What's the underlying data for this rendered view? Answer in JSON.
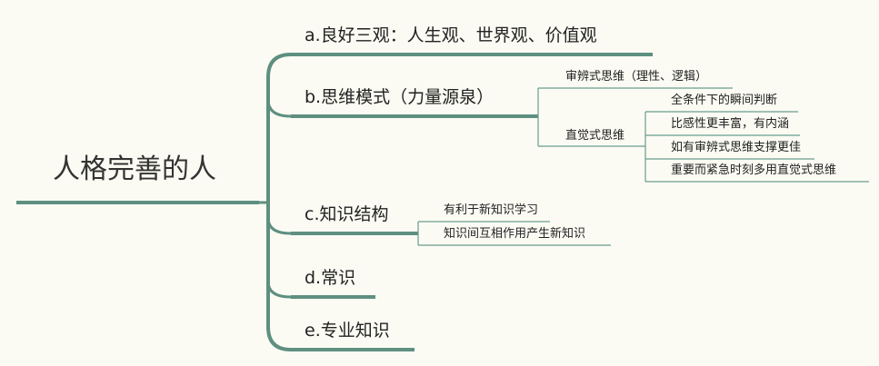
{
  "mindmap": {
    "root": "人格完善的人",
    "branches": {
      "a": {
        "label": "a.良好三观：人生观、世界观、价值观"
      },
      "b": {
        "label": "b.思维模式（力量源泉）",
        "children": {
          "rational": {
            "label": "审辨式思维（理性、逻辑）"
          },
          "intuitive": {
            "label": "直觉式思维",
            "children": [
              "全条件下的瞬间判断",
              "比感性更丰富，有内涵",
              "如有审辨式思维支撑更佳",
              "重要而紧急时刻多用直觉式思维"
            ]
          }
        }
      },
      "c": {
        "label": "c.知识结构",
        "children": [
          "有利于新知识学习",
          "知识间互相作用产生新知识"
        ]
      },
      "d": {
        "label": "d.常识"
      },
      "e": {
        "label": "e.专业知识"
      }
    }
  },
  "colors": {
    "background": "#fbfbf3",
    "main_branch": "#5e8f80",
    "leaf_line": "#6a9d8e"
  }
}
